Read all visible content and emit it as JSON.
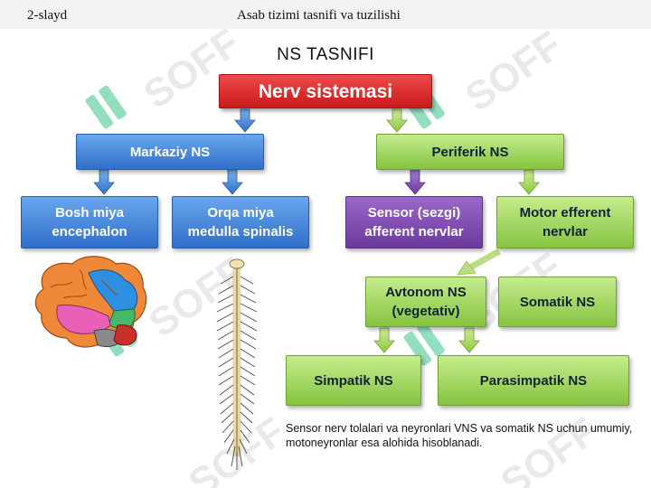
{
  "header": {
    "slide_number": "2-slayd",
    "topic": "Asab tizimi tasnifi va tuzilishi"
  },
  "title": "NS TASNIFI",
  "nodes": {
    "root": "Nerv sistemasi",
    "central": "Markaziy NS",
    "peripheral": "Periferik NS",
    "brain_line1": "Bosh miya",
    "brain_line2": "encephalon",
    "spinal_line1": "Orqa miya",
    "spinal_line2": "medulla spinalis",
    "sensor_line1": "Sensor (sezgi)",
    "sensor_line2": "afferent  nervlar",
    "motor_line1": "Motor efferent",
    "motor_line2": "nervlar",
    "autonomic_line1": "Avtonom NS",
    "autonomic_line2": "(vegetativ)",
    "somatic": "Somatik NS",
    "sympathetic": "Simpatik NS",
    "parasympathetic": "Parasimpatik NS"
  },
  "note": "Sensor nerv tolalari va neyronlari VNS va somatik NS uchun umumiy, motoneyronlar esa alohida  hisoblanadi.",
  "watermark": "SOFF",
  "colors": {
    "red": "#d42626",
    "blue": "#3f7fd6",
    "purple": "#7e48b0",
    "green": "#9fd45c"
  }
}
